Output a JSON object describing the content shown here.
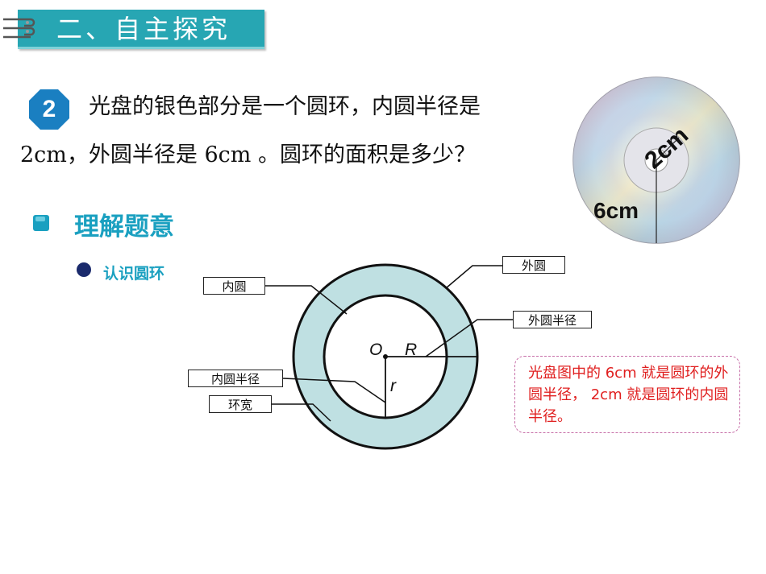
{
  "header": {
    "title": "二、自主探究"
  },
  "question": {
    "number": "2",
    "line1": "光盘的银色部分是一个圆环，内圆半径是",
    "line2": "2cm，外圆半径是 6cm 。圆环的面积是多少？"
  },
  "section": {
    "title": "理解题意",
    "subtitle": "认识圆环"
  },
  "cd": {
    "inner_label": "2cm",
    "outer_label": "6cm"
  },
  "diagram": {
    "labels": {
      "inner_circle": "内圆",
      "outer_circle": "外圆",
      "outer_radius": "外圆半径",
      "inner_radius": "内圆半径",
      "ring_width": "环宽"
    },
    "center": "O",
    "outer_r": "R",
    "inner_r": "r"
  },
  "note": {
    "text": "光盘图中的 6cm 就是圆环的外圆半径， 2cm 就是圆环的内圆半径。"
  },
  "colors": {
    "teal": "#27a6b3",
    "ring_fill": "#bfe0e2",
    "note_text": "#e02020",
    "note_border": "#c76fa8"
  }
}
